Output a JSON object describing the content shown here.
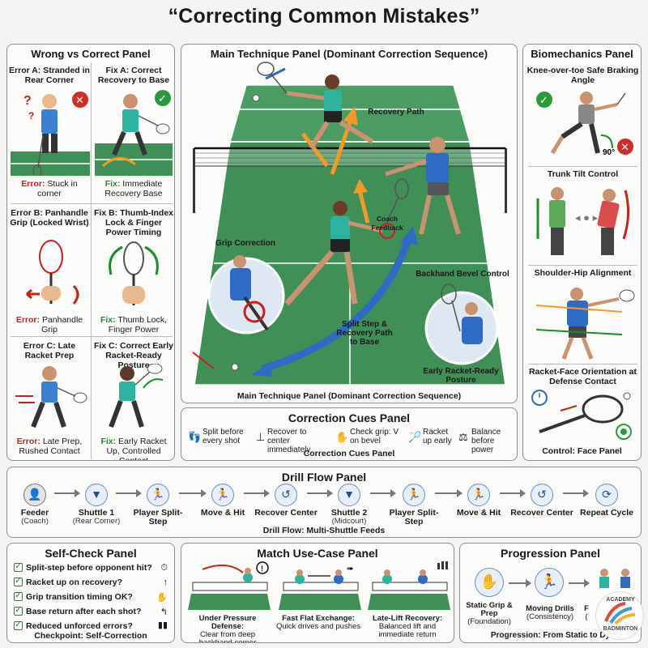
{
  "title": "“Correcting Common Mistakes”",
  "wrong_correct": {
    "title": "Wrong vs Correct Panel",
    "rows": [
      {
        "err_head": "Error A: Stranded in Rear Corner",
        "fix_head": "Fix A: Correct Recovery to Base",
        "err_key": "Error:",
        "err_text": "Stuck in corner",
        "fix_key": "Fix:",
        "fix_text": "Immediate Recovery Base"
      },
      {
        "err_head": "Error B: Panhandle Grip (Locked Wrist)",
        "fix_head": "Fix B: Thumb-Index Lock & Finger Power Timing",
        "err_key": "Error:",
        "err_text": "Panhandle Grip",
        "fix_key": "Fix:",
        "fix_text": "Thumb Lock, Finger Power"
      },
      {
        "err_head": "Error C: Late Racket Prep",
        "fix_head": "Fix C: Correct Early Racket-Ready Posture",
        "err_key": "Error:",
        "err_text": "Late Prep, Rushed Contact",
        "fix_key": "Fix:",
        "fix_text": "Early Racket Up, Controlled Contact"
      }
    ]
  },
  "main_technique": {
    "title": "Main Technique Panel (Dominant Correction Sequence)",
    "footer": "Main Technique Panel (Dominant Correction Sequence)",
    "labels": {
      "recovery_path": "Recovery Path",
      "coach_feedback": "Coach Feedback",
      "grip_correction": "Grip Correction",
      "backhand_bevel": "Backhand Bevel Control",
      "split_step": "Split Step & Recovery Path to Base",
      "early_racket": "Early Racket-Ready Posture"
    }
  },
  "biomechanics": {
    "title": "Biomechanics Panel",
    "items": [
      "Knee-over-toe Safe Braking Angle",
      "Trunk Tilt Control",
      "Shoulder-Hip Alignment",
      "Racket-Face Orientation at Defense Contact"
    ],
    "angle": "90°",
    "footer": "Control: Face Panel"
  },
  "cues": {
    "title": "Correction Cues Panel",
    "items": [
      "Split before every shot",
      "Recover to center immediately",
      "Check grip: V on bevel",
      "Racket up early",
      "Balance before power"
    ],
    "footer": "Correction Cues Panel"
  },
  "drill": {
    "title": "Drill Flow Panel",
    "steps": [
      {
        "label": "Feeder",
        "sub": "(Coach)"
      },
      {
        "label": "Shuttle 1",
        "sub": "(Rear Corner)"
      },
      {
        "label": "Player Split-Step",
        "sub": ""
      },
      {
        "label": "Move & Hit",
        "sub": ""
      },
      {
        "label": "Recover Center",
        "sub": ""
      },
      {
        "label": "Shuttle 2",
        "sub": "(Midcourt)"
      },
      {
        "label": "Player Split-Step",
        "sub": ""
      },
      {
        "label": "Move & Hit",
        "sub": ""
      },
      {
        "label": "Recover Center",
        "sub": ""
      },
      {
        "label": "Repeat Cycle",
        "sub": ""
      }
    ],
    "footer": "Drill Flow: Multi-Shuttle Feeds"
  },
  "self_check": {
    "title": "Self-Check Panel",
    "items": [
      "Split-step before opponent hit?",
      "Racket up on recovery?",
      "Grip transition timing OK?",
      "Base return after each shot?",
      "Reduced unforced errors?"
    ],
    "footer": "Checkpoint: Self-Correction"
  },
  "match_case": {
    "title": "Match Use-Case Panel",
    "items": [
      {
        "head": "Under Pressure Defense:",
        "text": "Clear from deep backhand corner"
      },
      {
        "head": "Fast Flat Exchange:",
        "text": "Quick drives and pushes"
      },
      {
        "head": "Late-Lift Recovery:",
        "text": "Balanced lift and immediate return"
      }
    ]
  },
  "progression": {
    "title": "Progression Panel",
    "steps": [
      {
        "label": "Static Grip & Prep",
        "sub": "(Foundation)"
      },
      {
        "label": "Moving Drills",
        "sub": "(Consistency)"
      },
      {
        "label": "F",
        "sub": "("
      }
    ],
    "footer": "Progression: From Static to Dy"
  },
  "logo": {
    "line1": "ACADEMY",
    "line2": "BADMINTON"
  },
  "colors": {
    "court": "#3f8f57",
    "error": "#c8201d",
    "fix": "#1f8a2e",
    "arrow_blue": "#2f6bc4",
    "arrow_orange": "#f09a2a"
  }
}
